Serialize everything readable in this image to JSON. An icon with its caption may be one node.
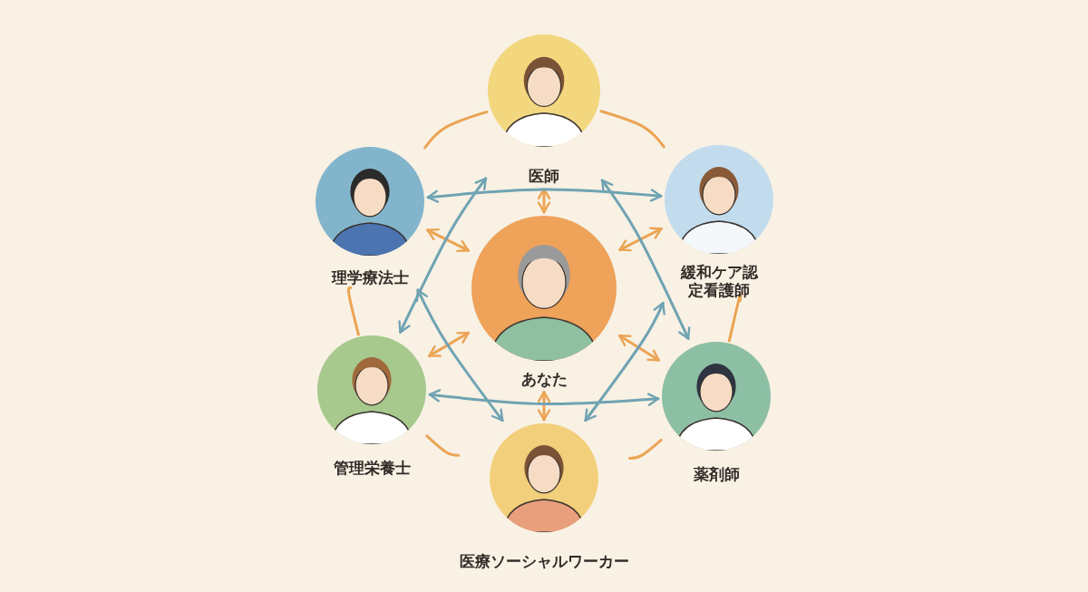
{
  "diagram": {
    "nodes": [
      {
        "text": [
          "あなた"
        ]
      },
      {
        "text": [
          "医師"
        ]
      },
      {
        "text": [
          "緩和ケア認定看護師"
        ]
      },
      {
        "text": [
          "薬剤師"
        ]
      },
      {
        "text": [
          "医療ソーシャルワーカー"
        ]
      },
      {
        "text": [
          "管理栄養士"
        ]
      },
      {
        "text": [
          "理学療法士"
        ]
      }
    ],
    "edges": [
      {
        "from": 0,
        "to": 1,
        "arrow": "both"
      },
      {
        "from": 0,
        "to": 2,
        "arrow": "both"
      },
      {
        "from": 0,
        "to": 3,
        "arrow": "both"
      },
      {
        "from": 0,
        "to": 4,
        "arrow": "both"
      },
      {
        "from": 0,
        "to": 5,
        "arrow": "both"
      },
      {
        "from": 0,
        "to": 6,
        "arrow": "both"
      },
      {
        "from": 1,
        "to": 2,
        "arrow": "none"
      },
      {
        "from": 2,
        "to": 3,
        "arrow": "none"
      },
      {
        "from": 3,
        "to": 4,
        "arrow": "none"
      },
      {
        "from": 4,
        "to": 5,
        "arrow": "none"
      },
      {
        "from": 5,
        "to": 6,
        "arrow": "none"
      },
      {
        "from": 6,
        "to": 1,
        "arrow": "none"
      },
      {
        "from": 6,
        "to": 2,
        "arrow": "both",
        "color": "#6fa3b3"
      },
      {
        "from": 5,
        "to": 3,
        "arrow": "both",
        "color": "#6fa3b3"
      },
      {
        "from": 1,
        "to": 5,
        "arrow": "both",
        "color": "#6fa3b3"
      },
      {
        "from": 1,
        "to": 3,
        "arrow": "both",
        "color": "#6fa3b3"
      },
      {
        "from": 6,
        "to": 4,
        "arrow": "both",
        "color": "#6fa3b3"
      },
      {
        "from": 2,
        "to": 4,
        "arrow": "both",
        "color": "#6fa3b3"
      }
    ]
  }
}
